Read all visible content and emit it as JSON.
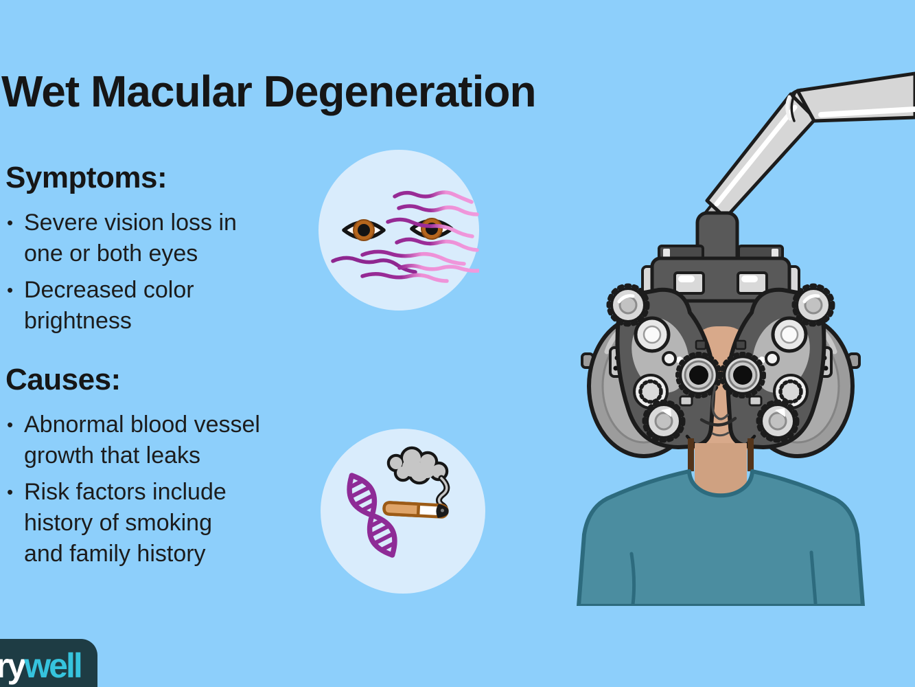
{
  "title": "Wet Macular Degeneration",
  "bullet": "•",
  "symptoms": {
    "heading": "Symptoms:",
    "items": [
      {
        "lines": [
          "Severe vision loss in",
          "one or both eyes"
        ]
      },
      {
        "lines": [
          "Decreased color",
          "brightness"
        ]
      }
    ]
  },
  "causes": {
    "heading": "Causes:",
    "items": [
      {
        "lines": [
          "Abnormal blood vessel",
          "growth that leaks"
        ]
      },
      {
        "lines": [
          "Risk factors include",
          "history of smoking",
          "and family history"
        ]
      }
    ]
  },
  "logo": {
    "white": "ry",
    "cyan": "well"
  },
  "icons": {
    "vision_badge": "distorted-vision-eyes-icon",
    "risk_badge": "dna-and-cigarette-icon",
    "main_illustration": "patient-behind-phoropter-illustration"
  },
  "colors": {
    "background": "#8dcffb",
    "badge_circle": "#d9ecfc",
    "text": "#1a1a1a",
    "logo_background": "#1e3c44",
    "logo_cyan": "#36c4de",
    "machine_dark_gray": "#595959",
    "machine_light_gray": "#d9d9d9",
    "shirt_teal": "#4b8da0",
    "skin": "#d8a98a",
    "wavy_line_purple": "#8e2790",
    "wavy_line_pink": "#ef93dc",
    "dna_purple": "#8e2b96",
    "iris_brown": "#b5661d"
  }
}
